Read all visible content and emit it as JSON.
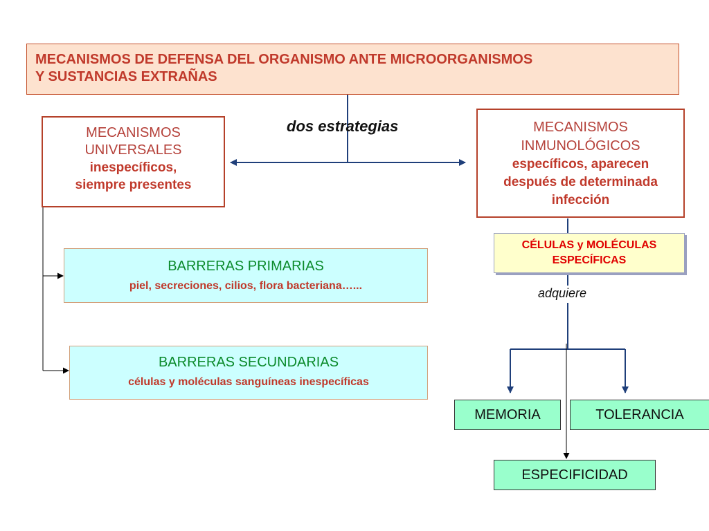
{
  "title": {
    "line1": "MECANISMOS DE DEFENSA DEL ORGANISMO ANTE MICROORGANISMOS",
    "line2": "Y SUSTANCIAS EXTRAÑAS"
  },
  "connector_label": "dos estrategias",
  "universales": {
    "line1": "MECANISMOS",
    "line2": "UNIVERSALES",
    "line3": "inespecíficos,",
    "line4": "siempre presentes"
  },
  "inmunologicos": {
    "line1": "MECANISMOS",
    "line2": "INMUNOLÓGICOS",
    "line3": "específicos, aparecen",
    "line4": "después de determinada",
    "line5": "infección"
  },
  "celulas": {
    "line1": "CÉLULAS y MOLÉCULAS",
    "line2": "ESPECÍFICAS"
  },
  "adquiere_label": "adquiere",
  "barreras_primarias": {
    "title": "BARRERAS PRIMARIAS",
    "detail": "piel, secreciones, cilios, flora bacteriana…..."
  },
  "barreras_secundarias": {
    "title": "BARRERAS SECUNDARIAS",
    "detail": "células y moléculas sanguíneas inespecíficas"
  },
  "memoria": "MEMORIA",
  "tolerancia": "TOLERANCIA",
  "especificidad": "ESPECIFICIDAD",
  "colors": {
    "title_bg": "#fde2cf",
    "title_text": "#c0392b",
    "barrier_bg": "#ccffff",
    "barrier_title": "#0a8a2a",
    "result_bg": "#99ffcc",
    "celulas_bg": "#ffffcc",
    "connector_blue": "#1f3f7a"
  }
}
